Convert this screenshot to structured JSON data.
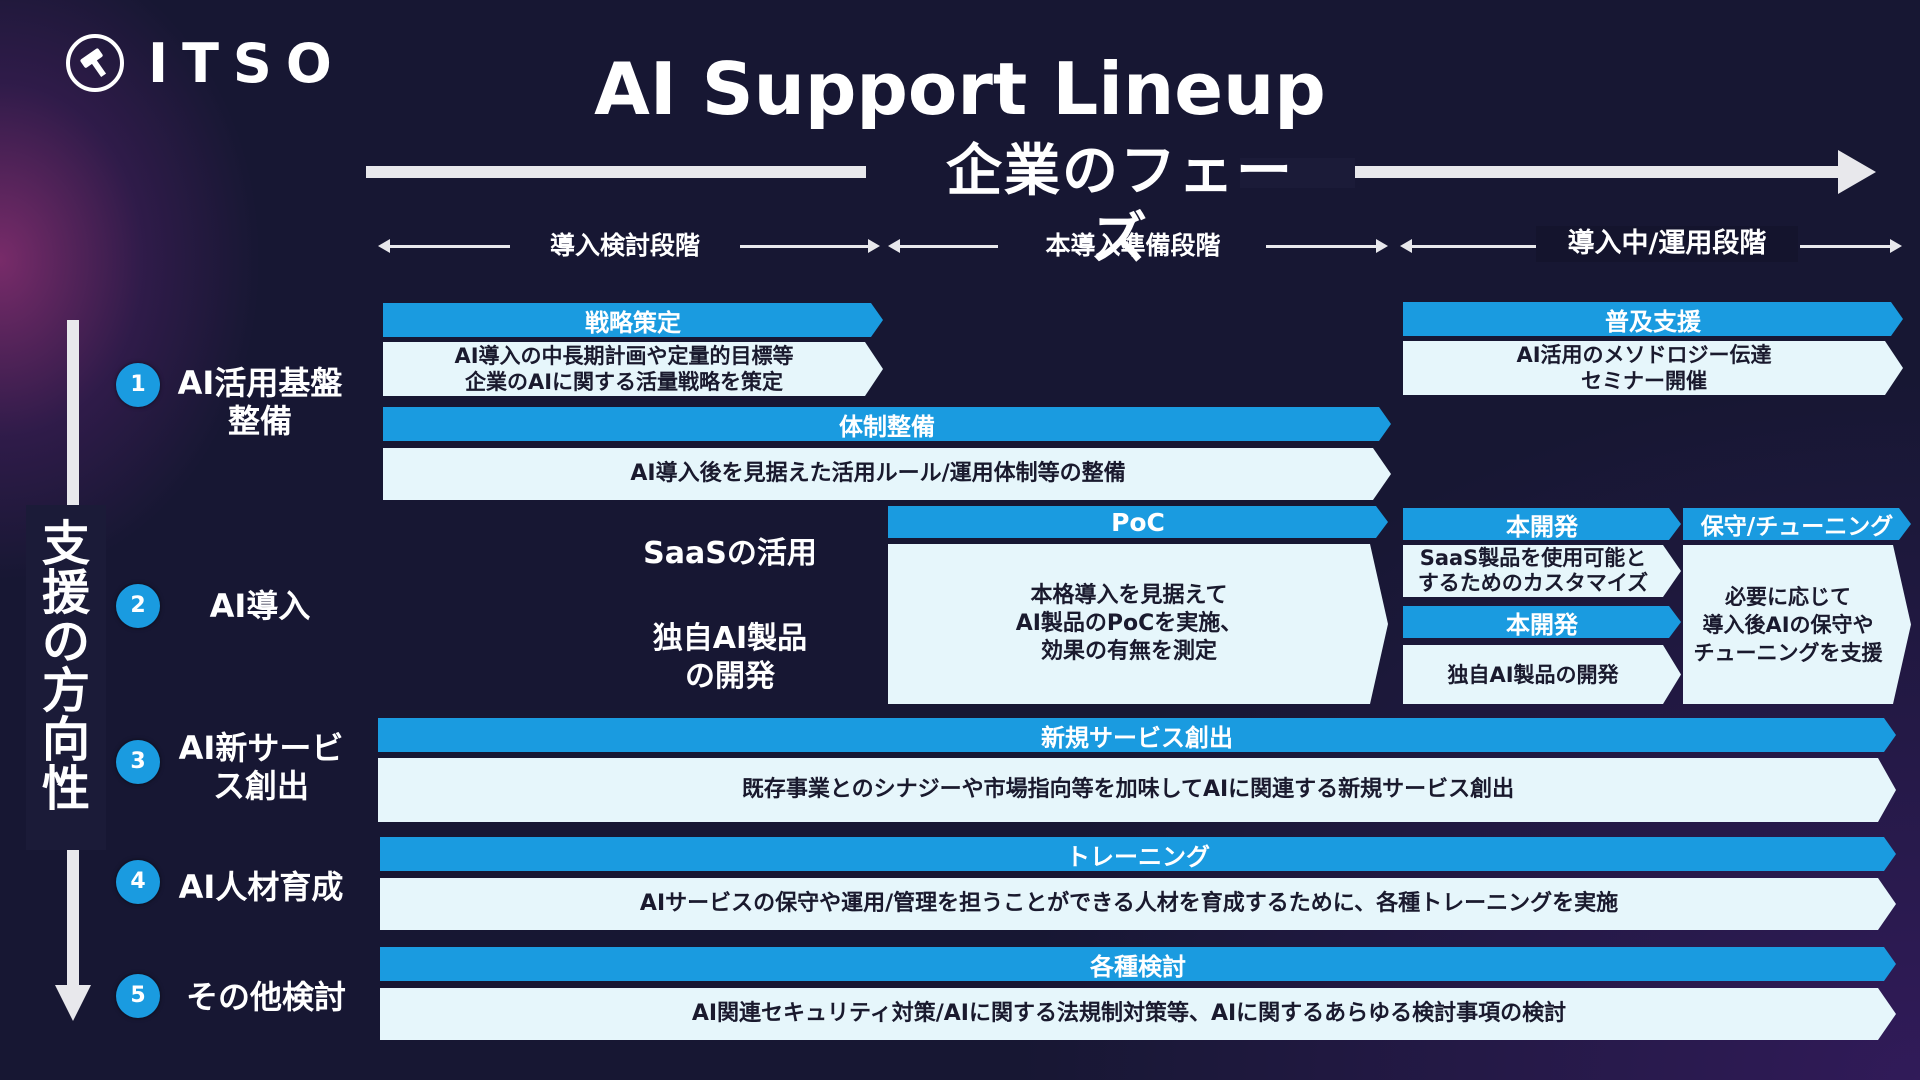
{
  "logo": {
    "text": "ITSO"
  },
  "title": "AI Support Lineup",
  "phase_title": "企業のフェーズ",
  "stages": [
    "導入検討段階",
    "本導入準備段階",
    "導入中/運用段階"
  ],
  "axis_label": "支援の方向性",
  "rows": [
    {
      "num": "1",
      "label": "AI活用基盤整備"
    },
    {
      "num": "2",
      "label": "AI導入"
    },
    {
      "num": "3",
      "label": "AI新サービス創出"
    },
    {
      "num": "4",
      "label": "AI人材育成"
    },
    {
      "num": "5",
      "label": "その他検討"
    }
  ],
  "row1": {
    "strategy": {
      "header": "戦略策定",
      "line1": "AI導入の中長期計画や定量的目標等",
      "line2": "企業のAIに関する活量戦略を策定"
    },
    "spread": {
      "header": "普及支援",
      "line1": "AI活用のメソドロジー伝達",
      "line2": "セミナー開催"
    },
    "system": {
      "header": "体制整備",
      "body": "AI導入後を見据えた活用ルール/運用体制等の整備"
    }
  },
  "row2": {
    "saas_label": "SaaSの活用",
    "own_label_1": "独自AI製品",
    "own_label_2": "の開発",
    "poc": {
      "header": "PoC",
      "line1": "本格導入を見据えて",
      "line2": "AI製品のPoCを実施、",
      "line3": "効果の有無を測定"
    },
    "dev1": {
      "header": "本開発",
      "line1": "SaaS製品を使用可能と",
      "line2": "するためのカスタマイズ"
    },
    "dev2": {
      "header": "本開発",
      "body": "独自AI製品の開発"
    },
    "maint": {
      "header": "保守/チューニング",
      "line1": "必要に応じて",
      "line2": "導入後AIの保守や",
      "line3": "チューニングを支援"
    }
  },
  "row3": {
    "header": "新規サービス創出",
    "body": "既存事業とのシナジーや市場指向等を加味してAIに関連する新規サービス創出"
  },
  "row4": {
    "header": "トレーニング",
    "body": "AIサービスの保守や運用/管理を担うことができる人材を育成するために、各種トレーニングを実施"
  },
  "row5": {
    "header": "各種検討",
    "body": "AI関連セキュリティ対策/AIに関する法規制対策等、AIに関するあらゆる検討事項の検討"
  },
  "colors": {
    "accent": "#1a9be0",
    "box": "#e6f6fb",
    "background": "#171733"
  }
}
